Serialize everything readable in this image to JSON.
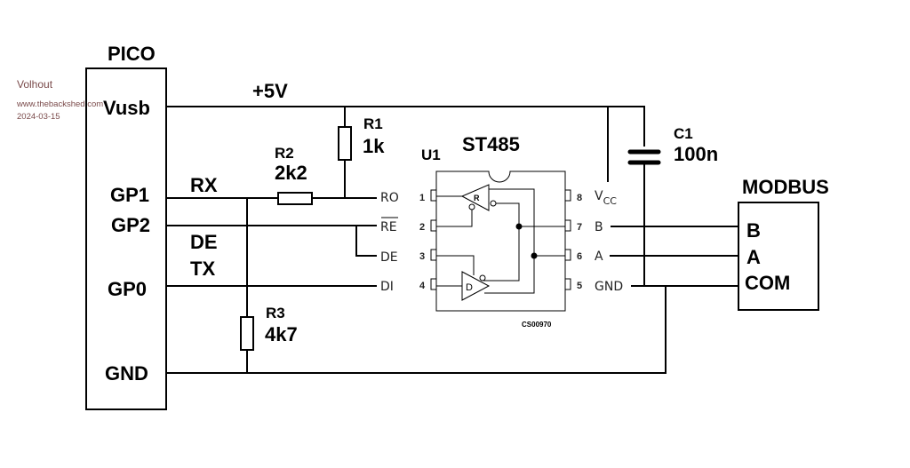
{
  "watermark": {
    "author": "Volhout",
    "site": "www.thebackshed.com",
    "date": "2024-03-15"
  },
  "pico": {
    "title": "PICO",
    "pins": {
      "vusb": "Vusb",
      "gp1": "GP1",
      "gp2": "GP2",
      "gp0": "GP0",
      "gnd": "GND"
    }
  },
  "nets": {
    "supply": "+5V",
    "rx": "RX",
    "de": "DE",
    "tx": "TX"
  },
  "r1": {
    "ref": "R1",
    "value": "1k"
  },
  "r2": {
    "ref": "R2",
    "value": "2k2"
  },
  "r3": {
    "ref": "R3",
    "value": "4k7"
  },
  "c1": {
    "ref": "C1",
    "value": "100n"
  },
  "u1": {
    "ref": "U1",
    "part": "ST485",
    "code": "CS00970",
    "left_pins": [
      {
        "num": "1",
        "name": "RO"
      },
      {
        "num": "2",
        "name": "RE"
      },
      {
        "num": "3",
        "name": "DE"
      },
      {
        "num": "4",
        "name": "DI"
      }
    ],
    "right_pins": [
      {
        "num": "8",
        "name": "V",
        "sub": "CC"
      },
      {
        "num": "7",
        "name": "B"
      },
      {
        "num": "6",
        "name": "A"
      },
      {
        "num": "5",
        "name": "GND"
      }
    ],
    "receiver_label": "R",
    "driver_label": "D"
  },
  "modbus": {
    "title": "MODBUS",
    "pins": [
      "B",
      "A",
      "COM"
    ]
  }
}
